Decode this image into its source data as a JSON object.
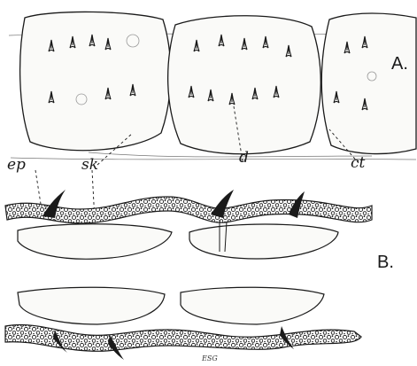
{
  "figure": {
    "panel_a": "A.",
    "panel_b": "B.",
    "labels": {
      "ep": "ep",
      "sk": "sk",
      "d": "d",
      "ct": "ct"
    },
    "signature": "ESG"
  },
  "colors": {
    "ink": "#1a1a1a",
    "paper": "#ffffff",
    "fill": "#f3f3f0"
  }
}
